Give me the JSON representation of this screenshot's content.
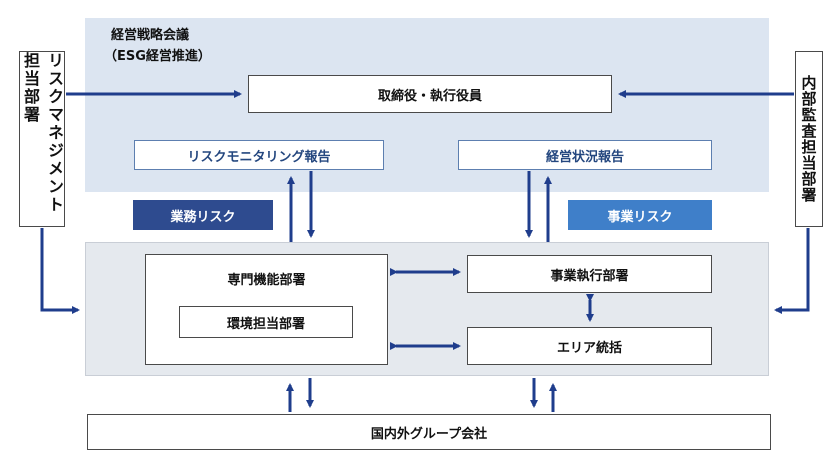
{
  "colors": {
    "panel_top": "#dce5f1",
    "panel_mid": "#e5e9ee",
    "arrow": "#1f3d8c",
    "tag_operational": "#2e4b8f",
    "tag_business": "#3f7fc9"
  },
  "strategy_meeting": {
    "title": "経営戦略会議",
    "subtitle": "（ESG経営推進）"
  },
  "executives": "取締役・執行役員",
  "risk_monitoring_report": "リスクモニタリング報告",
  "business_status_report": "経営状況報告",
  "operational_risk_tag": "業務リスク",
  "business_risk_tag": "事業リスク",
  "risk_management_dept": "リスクマネジメント担当部署",
  "internal_audit_dept": "内部監査担当部署",
  "specialized_depts": "専門機能部署",
  "environment_dept": "環境担当部署",
  "business_execution_depts": "事業執行部署",
  "area_supervision": "エリア統括",
  "group_companies": "国内外グループ会社"
}
